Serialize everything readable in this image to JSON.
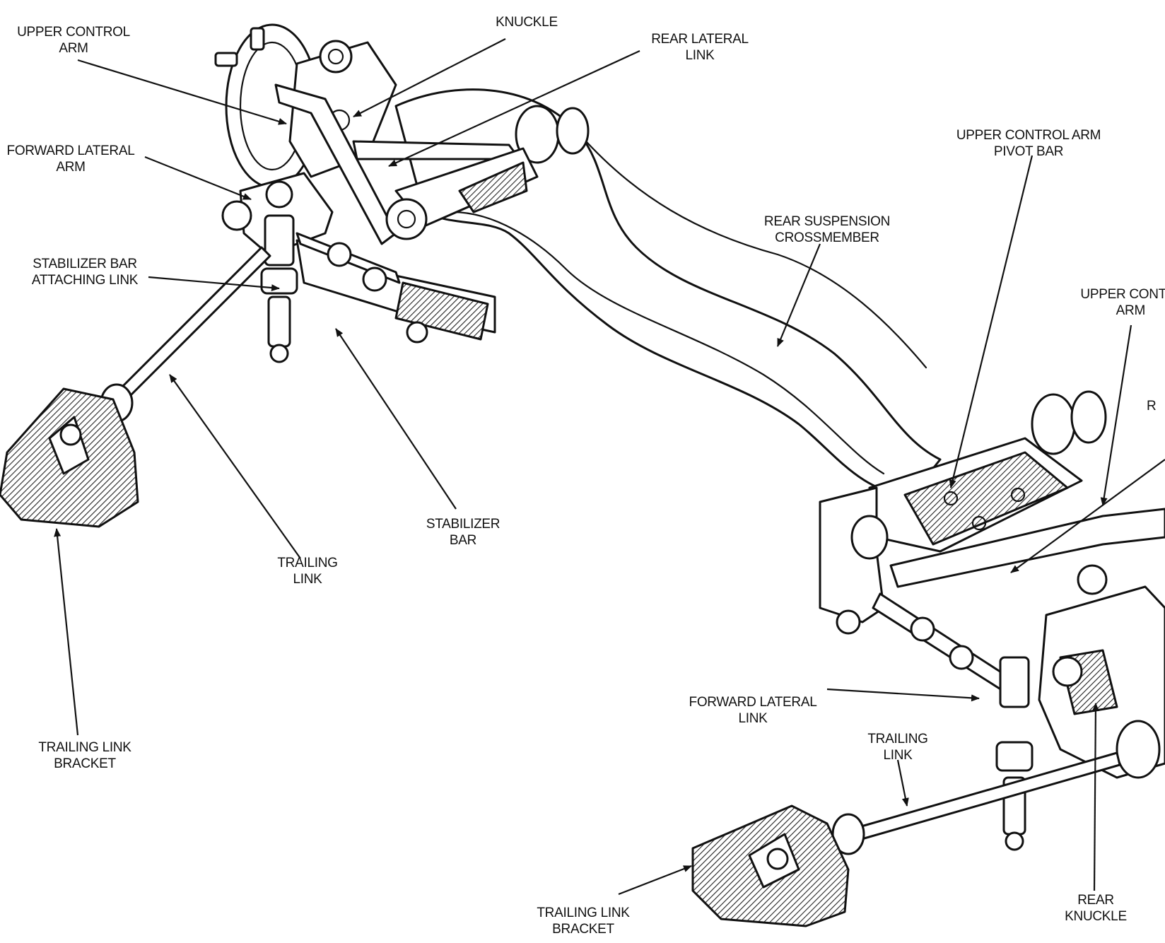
{
  "labels": {
    "upper_control_arm_left": [
      "UPPER CONTROL",
      "ARM"
    ],
    "knuckle": [
      "KNUCKLE"
    ],
    "rear_lateral_link": [
      "REAR LATERAL",
      "LINK"
    ],
    "forward_lateral_arm": [
      "FORWARD LATERAL",
      "ARM"
    ],
    "upper_control_arm_pivot_bar": [
      "UPPER CONTROL ARM",
      "PIVOT BAR"
    ],
    "rear_suspension_crossmember": [
      "REAR SUSPENSION",
      "CROSSMEMBER"
    ],
    "stabilizer_bar_attaching_link": [
      "STABILIZER BAR",
      "ATTACHING LINK"
    ],
    "upper_control_arm_right": [
      "UPPER CONT",
      "ARM"
    ],
    "partial_r": [
      "R"
    ],
    "stabilizer_bar": [
      "STABILIZER",
      "BAR"
    ],
    "trailing_link_left": [
      "TRAILING",
      "LINK"
    ],
    "forward_lateral_link": [
      "FORWARD LATERAL",
      "LINK"
    ],
    "trailing_link_bracket_left": [
      "TRAILING LINK",
      "BRACKET"
    ],
    "trailing_link_right": [
      "TRAILING",
      "LINK"
    ],
    "trailing_link_bracket_right": [
      "TRAILING LINK",
      "BRACKET"
    ],
    "rear_knuckle": [
      "REAR",
      "KNUCKLE"
    ]
  }
}
